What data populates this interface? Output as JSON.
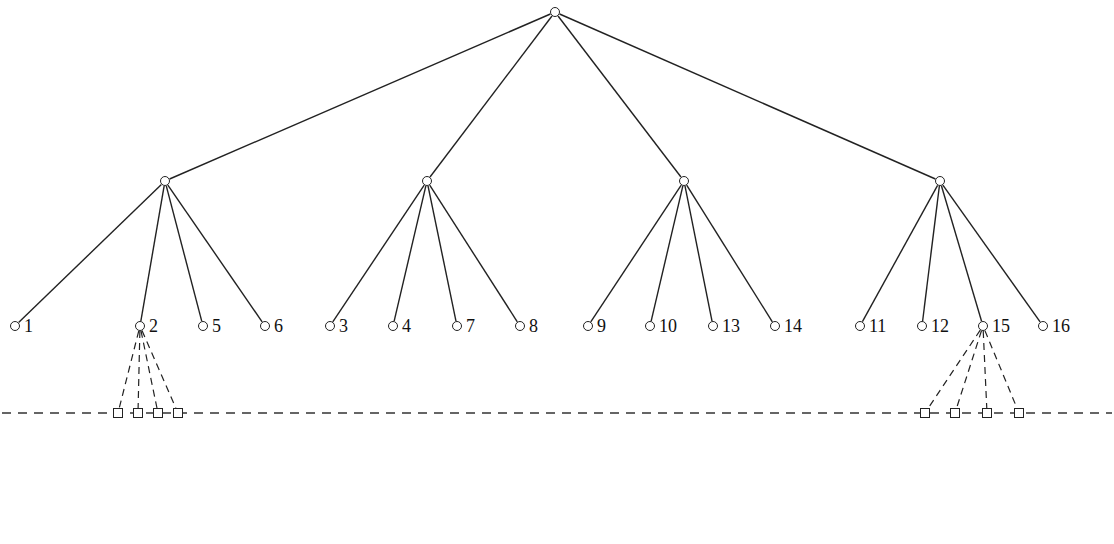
{
  "diagram": {
    "nodes": [
      {
        "text": []
      },
      {
        "text": []
      },
      {
        "text": []
      },
      {
        "text": []
      },
      {
        "text": []
      },
      {
        "text": [
          "1"
        ]
      },
      {
        "text": [
          "2"
        ]
      },
      {
        "text": [
          "5"
        ]
      },
      {
        "text": [
          "6"
        ]
      },
      {
        "text": [
          "3"
        ]
      },
      {
        "text": [
          "4"
        ]
      },
      {
        "text": [
          "7"
        ]
      },
      {
        "text": [
          "8"
        ]
      },
      {
        "text": [
          "9"
        ]
      },
      {
        "text": [
          "10"
        ]
      },
      {
        "text": [
          "13"
        ]
      },
      {
        "text": [
          "14"
        ]
      },
      {
        "text": [
          "11"
        ]
      },
      {
        "text": [
          "12"
        ]
      },
      {
        "text": [
          "15"
        ]
      },
      {
        "text": [
          "16"
        ]
      },
      {
        "text": []
      },
      {
        "text": []
      },
      {
        "text": []
      },
      {
        "text": []
      },
      {
        "text": []
      },
      {
        "text": []
      },
      {
        "text": []
      },
      {
        "text": []
      }
    ],
    "edges": [
      {
        "from": 0,
        "to": 1,
        "arrow": "none"
      },
      {
        "from": 0,
        "to": 2,
        "arrow": "none"
      },
      {
        "from": 0,
        "to": 3,
        "arrow": "none"
      },
      {
        "from": 0,
        "to": 4,
        "arrow": "none"
      },
      {
        "from": 1,
        "to": 5,
        "arrow": "none"
      },
      {
        "from": 1,
        "to": 6,
        "arrow": "none"
      },
      {
        "from": 1,
        "to": 7,
        "arrow": "none"
      },
      {
        "from": 1,
        "to": 8,
        "arrow": "none"
      },
      {
        "from": 2,
        "to": 9,
        "arrow": "none"
      },
      {
        "from": 2,
        "to": 10,
        "arrow": "none"
      },
      {
        "from": 2,
        "to": 11,
        "arrow": "none"
      },
      {
        "from": 2,
        "to": 12,
        "arrow": "none"
      },
      {
        "from": 3,
        "to": 13,
        "arrow": "none"
      },
      {
        "from": 3,
        "to": 14,
        "arrow": "none"
      },
      {
        "from": 3,
        "to": 15,
        "arrow": "none"
      },
      {
        "from": 3,
        "to": 16,
        "arrow": "none"
      },
      {
        "from": 4,
        "to": 17,
        "arrow": "none"
      },
      {
        "from": 4,
        "to": 18,
        "arrow": "none"
      },
      {
        "from": 4,
        "to": 19,
        "arrow": "none"
      },
      {
        "from": 4,
        "to": 20,
        "arrow": "none"
      },
      {
        "from": 6,
        "to": 21,
        "arrow": "none"
      },
      {
        "from": 6,
        "to": 22,
        "arrow": "none"
      },
      {
        "from": 6,
        "to": 23,
        "arrow": "none"
      },
      {
        "from": 6,
        "to": 24,
        "arrow": "none"
      },
      {
        "from": 19,
        "to": 25,
        "arrow": "none"
      },
      {
        "from": 19,
        "to": 26,
        "arrow": "none"
      },
      {
        "from": 19,
        "to": 27,
        "arrow": "none"
      },
      {
        "from": 19,
        "to": 28,
        "arrow": "none"
      }
    ]
  }
}
